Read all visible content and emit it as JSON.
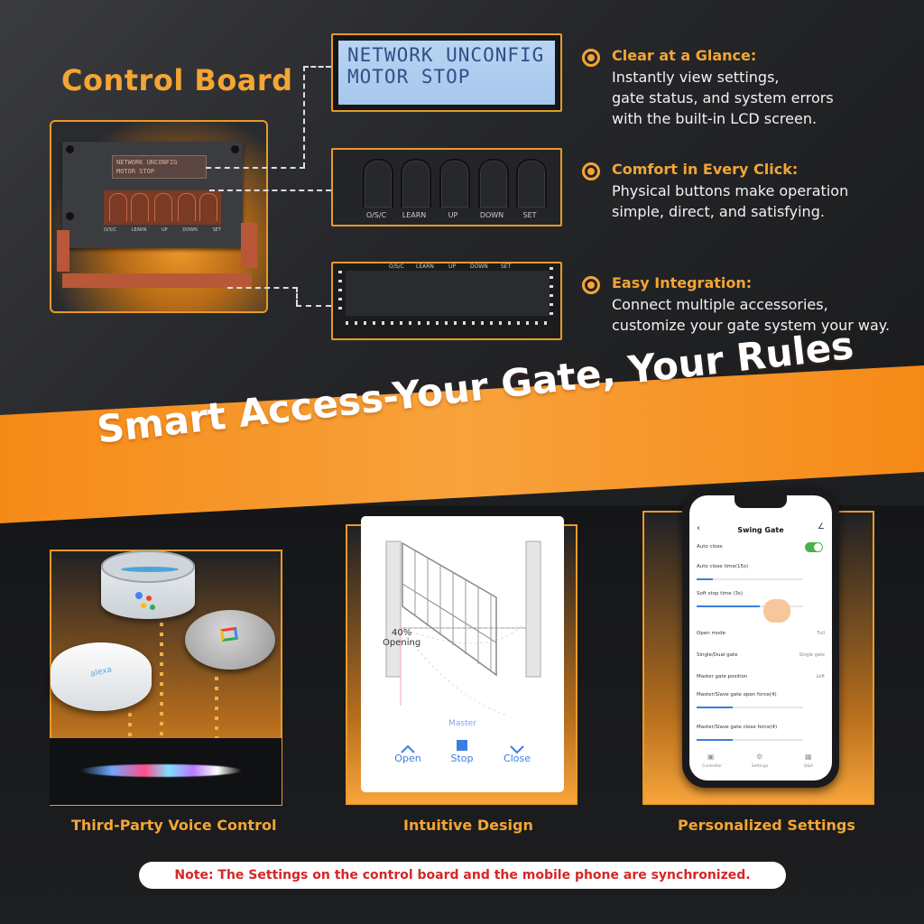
{
  "control_board": {
    "title": "Control Board",
    "lcd_line1": "NETWORK UNCONFIG",
    "lcd_line2": "MOTOR STOP",
    "button_labels": [
      "O/S/C",
      "LEARN",
      "UP",
      "DOWN",
      "SET"
    ]
  },
  "features": [
    {
      "title": "Clear at a Glance:",
      "description": "Instantly view settings,\ngate status, and system errors\nwith the built-in LCD screen.",
      "icon": "target-bullet-icon"
    },
    {
      "title": "Comfort in Every Click:",
      "description": "Physical buttons make operation\nsimple, direct, and satisfying.",
      "icon": "target-bullet-icon"
    },
    {
      "title": "Easy Integration:",
      "description": "Connect multiple accessories,\ncustomize your gate system your way.",
      "icon": "target-bullet-icon"
    }
  ],
  "banner": {
    "text": "Smart Access-Your Gate, Your Rules"
  },
  "cards": {
    "voice": {
      "label": "Third-Party Voice Control",
      "hub_brand": "alexa"
    },
    "design": {
      "label": "Intuitive Design",
      "opening_percent": "40%",
      "opening_label": "Opening",
      "master_label": "Master",
      "buttons": [
        "Open",
        "Stop",
        "Close"
      ]
    },
    "settings": {
      "label": "Personalized Settings",
      "phone": {
        "title": "Swing Gate",
        "rows": [
          {
            "label": "Auto close",
            "value": ""
          },
          {
            "label": "Auto close time(15s)",
            "value": ""
          },
          {
            "label": "Soft stop time (3s)",
            "value": ""
          },
          {
            "label": "Open mode",
            "value": "Full"
          },
          {
            "label": "Single/Dual gate",
            "value": "Single gate"
          },
          {
            "label": "Master gate position",
            "value": "Left"
          },
          {
            "label": "Master/Slave gate open force(4)",
            "value": ""
          },
          {
            "label": "Master/Slave gate close force(4)",
            "value": ""
          }
        ],
        "tabs": [
          "Controller",
          "Settings",
          "Q&A"
        ]
      }
    }
  },
  "note": "Note: The Settings on the control board and the mobile phone are synchronized.",
  "colors": {
    "accent": "#f4a534",
    "banner": "#f7941d",
    "note_text": "#d62626"
  }
}
